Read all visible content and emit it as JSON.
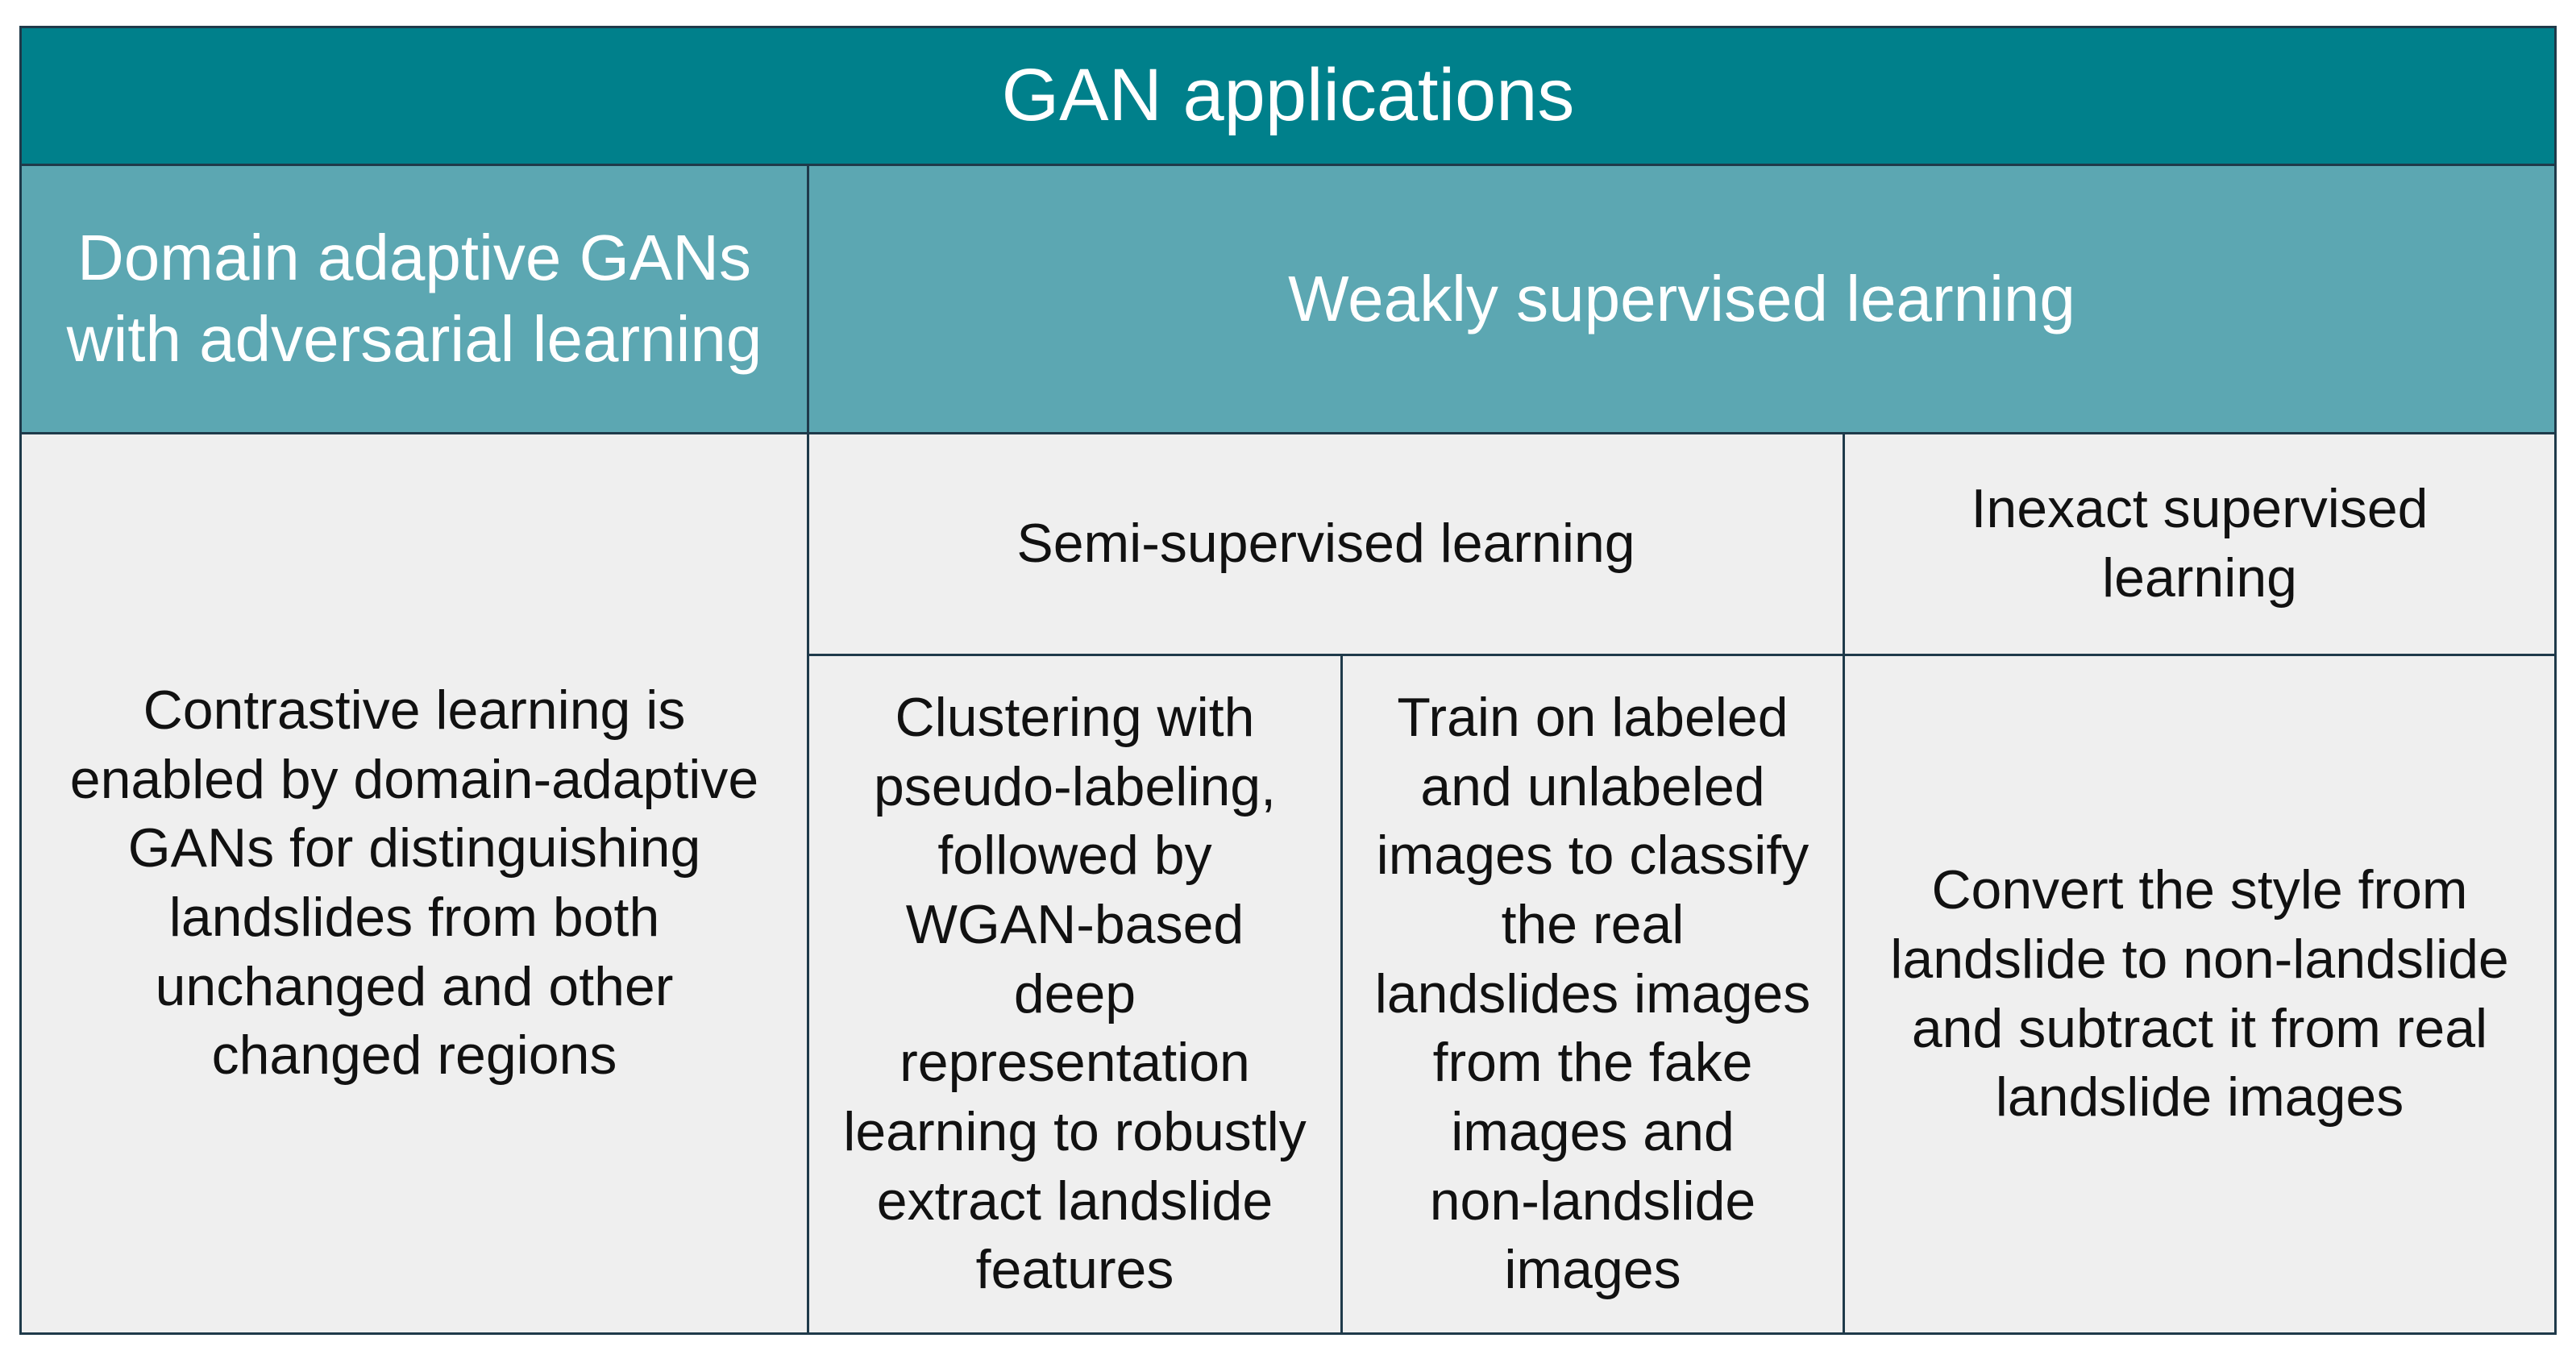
{
  "title": "GAN applications",
  "categories": {
    "domain_adaptive": "Domain adaptive GANs\nwith adversarial learning",
    "weakly_supervised": "Weakly supervised learning"
  },
  "subcategories": {
    "semi_supervised": "Semi-supervised learning",
    "inexact_supervised": "Inexact supervised\nlearning"
  },
  "descriptions": {
    "domain_adaptive": "Contrastive learning is\nenabled by domain-adaptive\nGANs for distinguishing\nlandslides from both\nunchanged and other\nchanged regions",
    "clustering": "Clustering with\npseudo-labeling,\nfollowed by\nWGAN-based\ndeep\nrepresentation\nlearning to robustly\nextract landslide\nfeatures",
    "train_labeled": "Train on labeled\nand unlabeled\nimages to classify\nthe real\nlandslides images\nfrom the fake\nimages and\nnon-landslide\nimages",
    "inexact": "Convert the style from\nlandslide to non-landslide\nand subtract it from real\nlandslide images"
  },
  "colors": {
    "title_background": "#00808b",
    "category_background": "#5ca7b2",
    "body_background": "#efefef",
    "border": "#1f3a4a"
  }
}
